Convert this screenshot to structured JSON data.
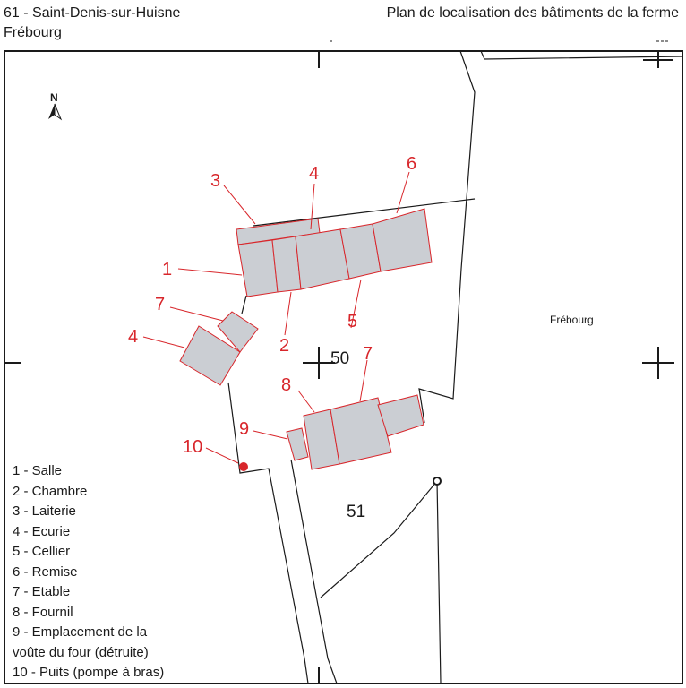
{
  "header": {
    "commune": "61 - Saint-Denis-sur-Huisne",
    "lieu": "Frébourg",
    "title": "Plan de localisation des bâtiments de la ferme"
  },
  "map": {
    "north_label": "N",
    "place_label": "Frébourg",
    "parcels": [
      "50",
      "51"
    ],
    "building_fill": "#cbced3",
    "building_stroke": "#d8262b",
    "callout_color": "#d8262b",
    "line_color": "#1a1a1a",
    "callouts": [
      "3",
      "4",
      "6",
      "1",
      "7",
      "4",
      "2",
      "5",
      "7",
      "8",
      "9",
      "10"
    ]
  },
  "legend": [
    "1 - Salle",
    "2 - Chambre",
    "3 - Laiterie",
    "4 - Ecurie",
    "5 - Cellier",
    "6 - Remise",
    "7 - Etable",
    "8 - Fournil",
    "9 - Emplacement de la",
    "voûte du four (détruite)",
    "10 - Puits (pompe à bras)"
  ]
}
